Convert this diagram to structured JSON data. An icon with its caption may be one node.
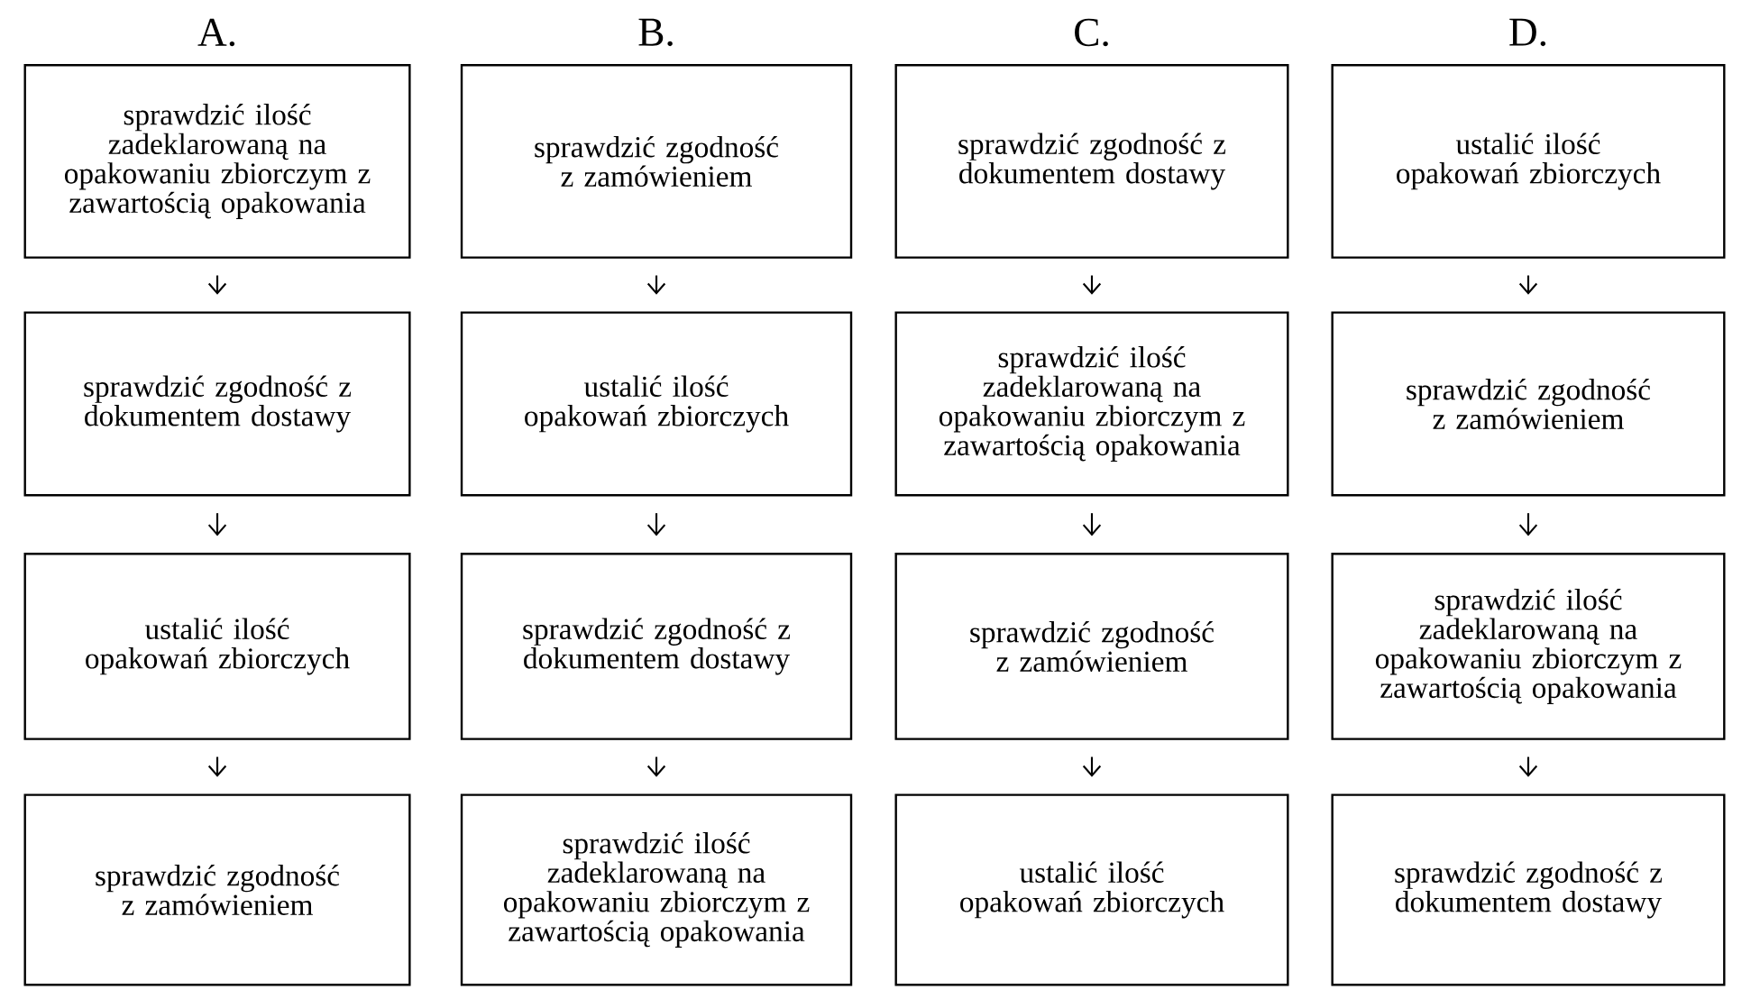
{
  "diagram": {
    "nodes": [
      {
        "text": [
          "sprawdzić ilość zadeklarowaną na opakowaniu zbiorczym z zawartością opakowania"
        ]
      },
      {
        "text": [
          "sprawdzić zgodność z dokumentem dostawy"
        ]
      },
      {
        "text": [
          "ustalić ilość opakowań zbiorczych"
        ]
      },
      {
        "text": [
          "sprawdzić zgodność z zamówieniem"
        ]
      },
      {
        "text": [
          "sprawdzić zgodność z zamówieniem"
        ]
      },
      {
        "text": [
          "ustalić ilość opakowań zbiorczych"
        ]
      },
      {
        "text": [
          "sprawdzić zgodność z dokumentem dostawy"
        ]
      },
      {
        "text": [
          "sprawdzić ilość zadeklarowaną na opakowaniu zbiorczym z zawartością opakowania"
        ]
      },
      {
        "text": [
          "sprawdzić zgodność z dokumentem dostawy"
        ]
      },
      {
        "text": [
          "sprawdzić ilość zadeklarowaną na opakowaniu zbiorczym z zawartością opakowania"
        ]
      },
      {
        "text": [
          "sprawdzić zgodność z zamówieniem"
        ]
      },
      {
        "text": [
          "ustalić ilość opakowań zbiorczych"
        ]
      },
      {
        "text": [
          "ustalić ilość opakowań zbiorczych"
        ]
      },
      {
        "text": [
          "sprawdzić zgodność z zamówieniem"
        ]
      },
      {
        "text": [
          "sprawdzić ilość zadeklarowaną na opakowaniu zbiorczym z zawartością opakowania"
        ]
      },
      {
        "text": [
          "sprawdzić zgodność z dokumentem dostawy"
        ]
      }
    ],
    "edges": [
      {
        "from": 0,
        "to": 1,
        "arrow": "to"
      },
      {
        "from": 1,
        "to": 2,
        "arrow": "to"
      },
      {
        "from": 2,
        "to": 3,
        "arrow": "to"
      },
      {
        "from": 4,
        "to": 5,
        "arrow": "to"
      },
      {
        "from": 5,
        "to": 6,
        "arrow": "to"
      },
      {
        "from": 6,
        "to": 7,
        "arrow": "to"
      },
      {
        "from": 8,
        "to": 9,
        "arrow": "to"
      },
      {
        "from": 9,
        "to": 10,
        "arrow": "to"
      },
      {
        "from": 10,
        "to": 11,
        "arrow": "to"
      },
      {
        "from": 12,
        "to": 13,
        "arrow": "to"
      },
      {
        "from": 13,
        "to": 14,
        "arrow": "to"
      },
      {
        "from": 14,
        "to": 15,
        "arrow": "to"
      }
    ],
    "labels": [
      "A.",
      "B.",
      "C.",
      "D."
    ]
  }
}
